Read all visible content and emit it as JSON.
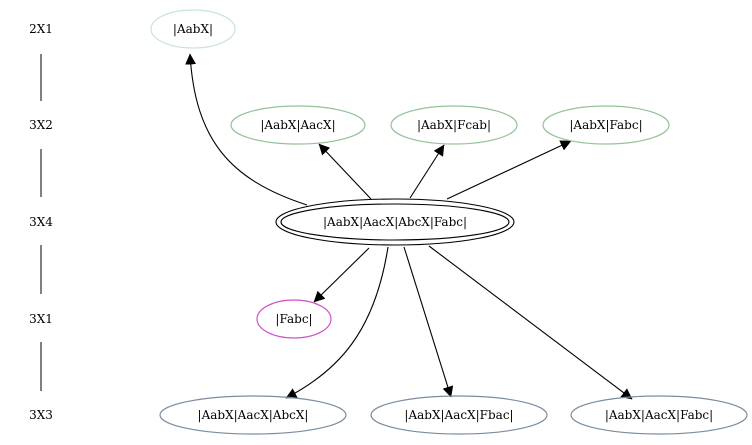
{
  "ranks": [
    {
      "id": "r1",
      "label": "2X1"
    },
    {
      "id": "r2",
      "label": "3X2"
    },
    {
      "id": "r3",
      "label": "3X4"
    },
    {
      "id": "r4",
      "label": "3X1"
    },
    {
      "id": "r5",
      "label": "3X3"
    }
  ],
  "nodes": [
    {
      "id": "n1",
      "label": "|AabX|",
      "color": "#c8e4e0",
      "shape": "ellipse"
    },
    {
      "id": "n2",
      "label": "|AabX|AacX|",
      "color": "#94c298",
      "shape": "ellipse"
    },
    {
      "id": "n3",
      "label": "|AabX|Fcab|",
      "color": "#94c298",
      "shape": "ellipse"
    },
    {
      "id": "n4",
      "label": "|AabX|Fabc|",
      "color": "#94c298",
      "shape": "ellipse"
    },
    {
      "id": "n5",
      "label": "|AabX|AacX|AbcX|Fabc|",
      "color": "#000000",
      "shape": "double-ellipse"
    },
    {
      "id": "n6",
      "label": "|Fabc|",
      "color": "#d055c8",
      "shape": "ellipse"
    },
    {
      "id": "n7",
      "label": "|AabX|AacX|AbcX|",
      "color": "#7a8ca0",
      "shape": "ellipse"
    },
    {
      "id": "n8",
      "label": "|AabX|AacX|Fbac|",
      "color": "#7a8ca0",
      "shape": "ellipse"
    },
    {
      "id": "n9",
      "label": "|AabX|AacX|Fabc|",
      "color": "#7a8ca0",
      "shape": "ellipse"
    }
  ],
  "edges": [
    {
      "from": "n5",
      "to": "n1"
    },
    {
      "from": "n5",
      "to": "n2"
    },
    {
      "from": "n5",
      "to": "n3"
    },
    {
      "from": "n5",
      "to": "n4"
    },
    {
      "from": "n5",
      "to": "n6"
    },
    {
      "from": "n5",
      "to": "n7"
    },
    {
      "from": "n5",
      "to": "n8"
    },
    {
      "from": "n5",
      "to": "n9"
    }
  ]
}
